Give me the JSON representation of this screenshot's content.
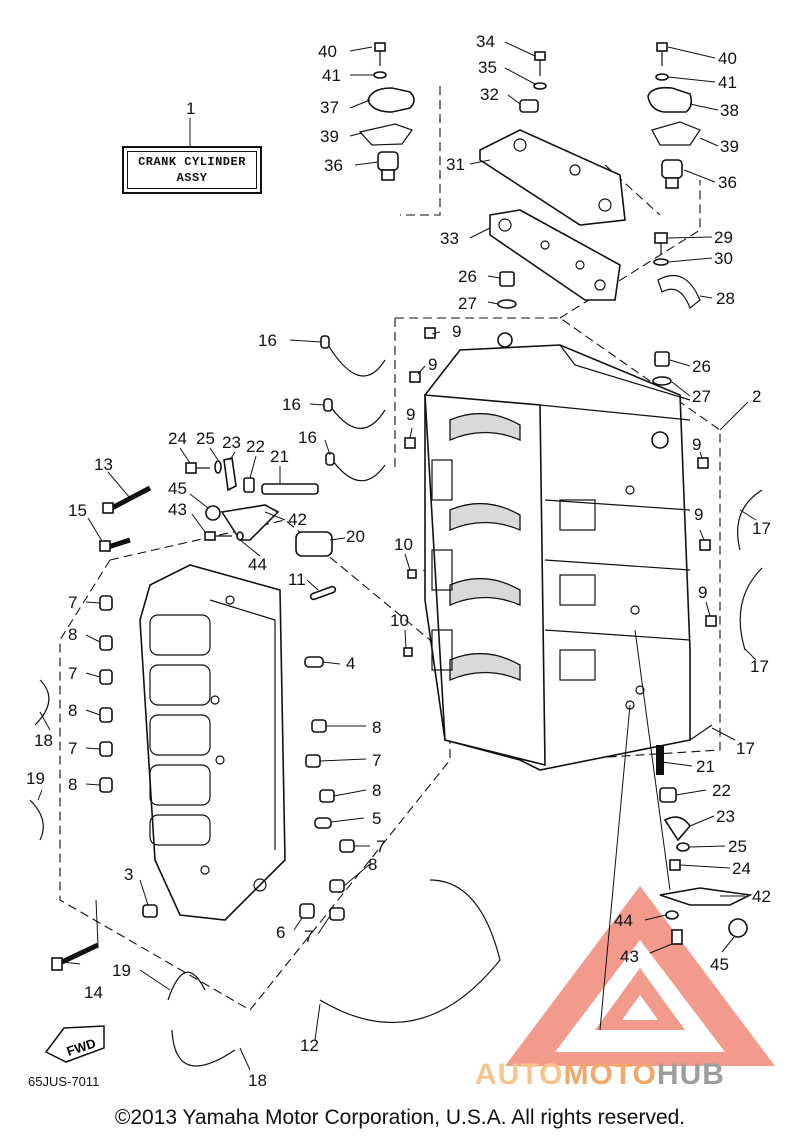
{
  "assy_label": {
    "line1": "CRANK CYLINDER",
    "line2": "ASSY"
  },
  "drawing_code": "65JUS-7011",
  "copyright": "©2013 Yamaha Motor Corporation, U.S.A. All rights reserved.",
  "fwd_label": "FWD",
  "watermark": {
    "part1": "AUTO",
    "part2": "MOTO",
    "part3": "HUB",
    "color_primary": "#f08a7a",
    "color_gray": "#9e9e9e"
  },
  "callouts": {
    "c1": "1",
    "c2": "2",
    "c3": "3",
    "c4": "4",
    "c5": "5",
    "c6": "6",
    "c7a": "7",
    "c7b": "7",
    "c7c": "7",
    "c7d": "7",
    "c7e": "7",
    "c7f": "7",
    "c8a": "8",
    "c8b": "8",
    "c8c": "8",
    "c8d": "8",
    "c8e": "8",
    "c8f": "8",
    "c9a": "9",
    "c9b": "9",
    "c9c": "9",
    "c9d": "9",
    "c9e": "9",
    "c9f": "9",
    "c10a": "10",
    "c10b": "10",
    "c11": "11",
    "c12": "12",
    "c13": "13",
    "c14": "14",
    "c15": "15",
    "c16a": "16",
    "c16b": "16",
    "c16c": "16",
    "c17a": "17",
    "c17b": "17",
    "c17c": "17",
    "c18a": "18",
    "c18b": "18",
    "c19a": "19",
    "c19b": "19",
    "c20": "20",
    "c21a": "21",
    "c21b": "21",
    "c22a": "22",
    "c22b": "22",
    "c23a": "23",
    "c23b": "23",
    "c24a": "24",
    "c24b": "24",
    "c25a": "25",
    "c25b": "25",
    "c26a": "26",
    "c26b": "26",
    "c27a": "27",
    "c27b": "27",
    "c28": "28",
    "c29": "29",
    "c30": "30",
    "c31": "31",
    "c32": "32",
    "c33": "33",
    "c34": "34",
    "c35": "35",
    "c36a": "36",
    "c36b": "36",
    "c37": "37",
    "c38": "38",
    "c39a": "39",
    "c39b": "39",
    "c40a": "40",
    "c40b": "40",
    "c41a": "41",
    "c41b": "41",
    "c42a": "42",
    "c42b": "42",
    "c43a": "43",
    "c43b": "43",
    "c44a": "44",
    "c44b": "44",
    "c45a": "45",
    "c45b": "45"
  }
}
